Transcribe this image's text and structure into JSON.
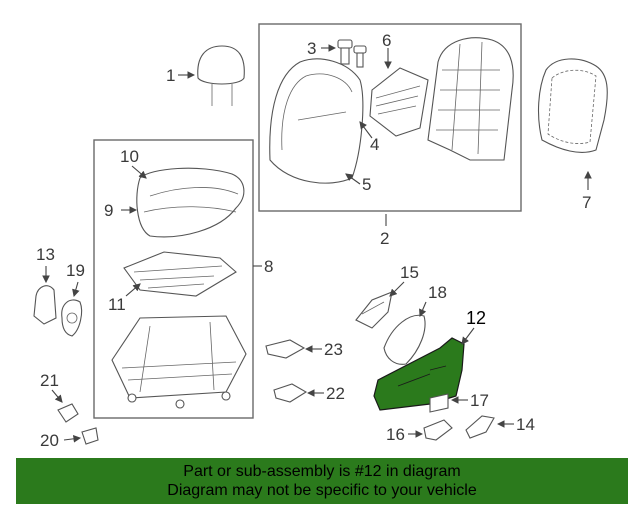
{
  "highlight_color": "#2b7a1c",
  "callouts": {
    "c1": "1",
    "c2": "2",
    "c3": "3",
    "c4": "4",
    "c5": "5",
    "c6": "6",
    "c7": "7",
    "c8": "8",
    "c9": "9",
    "c10": "10",
    "c11": "11",
    "c12": "12",
    "c13": "13",
    "c14": "14",
    "c15": "15",
    "c16": "16",
    "c17": "17",
    "c18": "18",
    "c19": "19",
    "c20": "20",
    "c21": "21",
    "c22": "22",
    "c23": "23"
  },
  "banner": {
    "line1": "Part or sub-assembly is #12 in diagram",
    "line2": "Diagram may not be specific to your vehicle"
  }
}
